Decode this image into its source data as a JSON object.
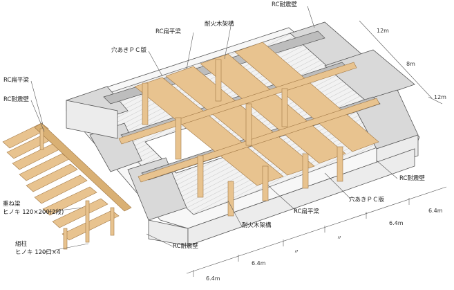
{
  "labels": {
    "rc_shear_wall": "RC耐震壁",
    "rc_flat_beam": "RC扁平梁",
    "fire_wood_frame": "耐火木架構",
    "holed_pc_slab": "穴あきＰＣ版",
    "stacked_beam": "重ね梁",
    "stacked_beam_spec": "ヒノキ 120×200(2段)",
    "composite_column": "組柱",
    "composite_column_spec": "ヒノキ 120口×4"
  },
  "dimensions": {
    "right_12a": "12m",
    "right_8": "8m",
    "right_12b": "12m",
    "bottom_1": "6.4m",
    "bottom_2": "6.4m",
    "bottom_3": "〃",
    "bottom_4": "〃",
    "bottom_5": "6.4m",
    "bottom_6": "6.4m"
  },
  "colors": {
    "timber": "#e8c38f",
    "timber_dark": "#c99a5c",
    "concrete": "#d9d9d9",
    "concrete_dark": "#9a9a9a",
    "slab": "#eeeeee",
    "line": "#333333"
  }
}
